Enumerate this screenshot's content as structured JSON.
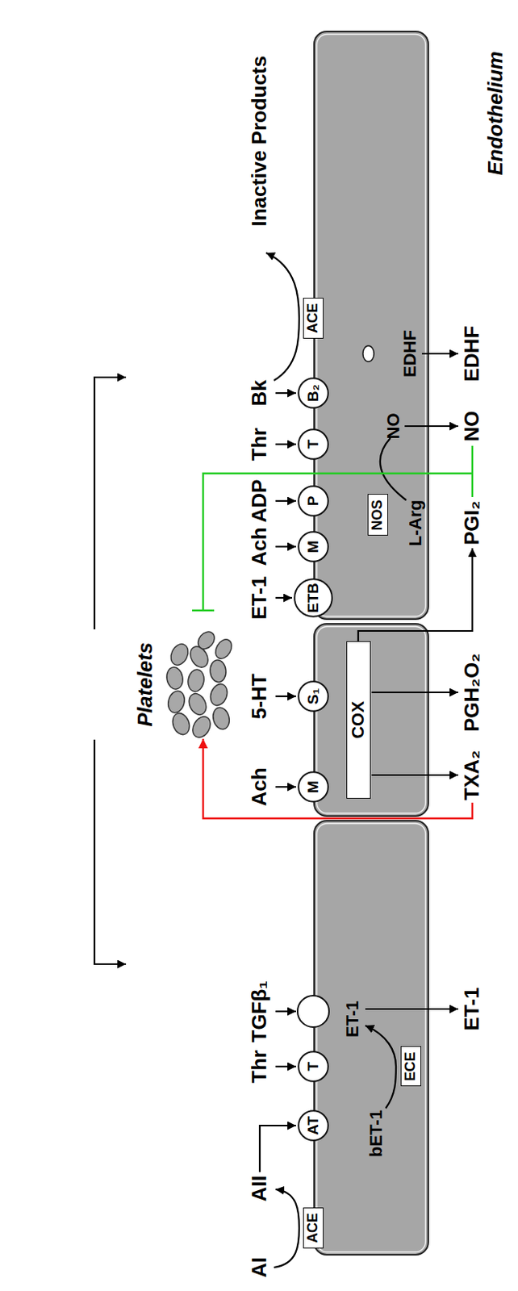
{
  "diagram": {
    "nodes": [
      {
        "text": [
          "bET-1",
          "ET-1"
        ]
      },
      {
        "text": [
          "ACE"
        ],
        "in": 0
      },
      {
        "text": [
          "AT"
        ],
        "in": 0
      },
      {
        "text": [
          "T"
        ],
        "in": 0
      },
      {
        "text": [
          "ECE"
        ],
        "in": 0
      },
      {
        "text": []
      },
      {
        "text": [
          "M"
        ],
        "in": 5
      },
      {
        "text": [
          "S₁"
        ],
        "in": 5
      },
      {
        "text": [
          "COX"
        ],
        "in": 5
      },
      {
        "text": [
          "L-Arg",
          "NO",
          "EDHF"
        ]
      },
      {
        "text": [
          "ETB"
        ],
        "in": 9
      },
      {
        "text": [
          "M"
        ],
        "in": 9
      },
      {
        "text": [
          "P"
        ],
        "in": 9
      },
      {
        "text": [
          "T"
        ],
        "in": 9
      },
      {
        "text": [
          "B₂"
        ],
        "in": 9
      },
      {
        "text": [
          "NOS"
        ],
        "in": 9
      },
      {
        "text": [
          "ACE"
        ],
        "in": 9
      }
    ],
    "labels": [
      "Platelets",
      "Endothelium",
      "AI",
      "AII",
      "Thr",
      "TGFβ₁",
      "Ach",
      "5-HT",
      "ET-1",
      "Ach",
      "ADP",
      "Thr",
      "Bk",
      "Inactive Products",
      "ET-1",
      "TXA₂",
      "PGH₂O₂",
      "PGI₂",
      "NO",
      "EDHF"
    ]
  }
}
